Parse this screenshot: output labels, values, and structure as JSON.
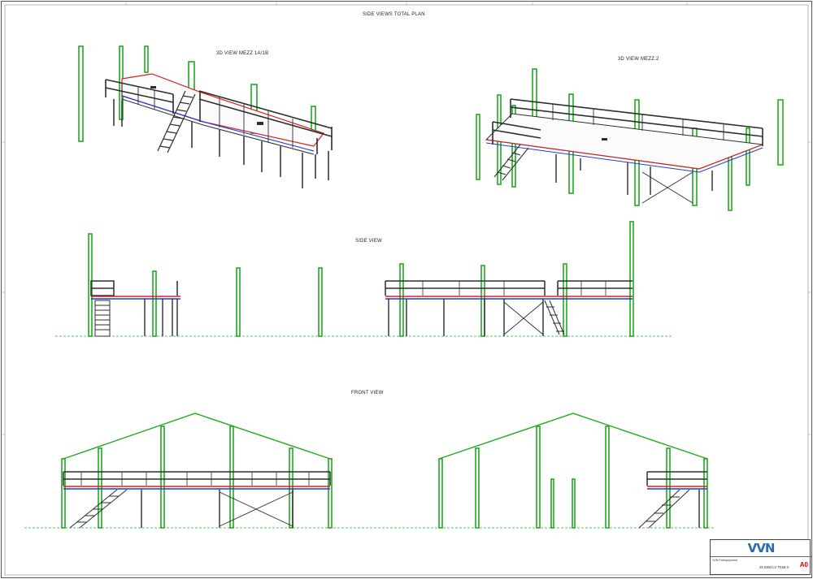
{
  "sheet": {
    "main_title": "SIDE VIEWS TOTAL PLAN",
    "views": {
      "view_3d_1": "3D VIEW MEZZ 1A/1B",
      "view_3d_2": "3D VIEW MEZZ 2",
      "side_view": "SIDE VIEW",
      "front_view": "FRONT VIEW"
    }
  },
  "title_block": {
    "logo_text": "VVN",
    "company": "VVN Fixtequipment",
    "drawing_code": "25.0364 LV T01B-3",
    "sheet_size": "A0"
  },
  "colors": {
    "structure": "#2e2e2e",
    "column_green": "#1fa81f",
    "deck_red": "#d52020",
    "beam_blue": "#1a3fd0",
    "ground_green": "#2aa62a",
    "logo_blue": "#2a6cb3"
  }
}
